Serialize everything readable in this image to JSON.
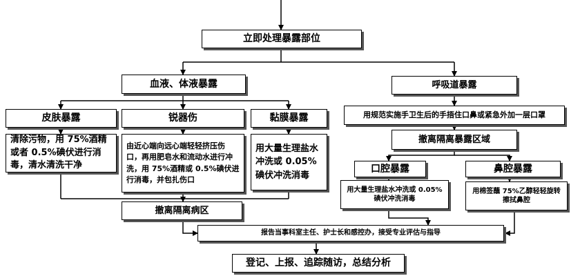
{
  "flow": {
    "top": "立即处理暴露部位",
    "blood": "血液、体液暴露",
    "resp": "呼吸道暴露",
    "skin": "皮肤暴露",
    "sharp": "锐器伤",
    "mucosa": "黏膜暴露",
    "skin_action": "清除污物，用 75%酒精或者 0.5%碘伏进行消毒，清水清洗干净",
    "sharp_action": "由近心端向远心端轻轻挤压伤口，再用肥皂水和流动水进行冲洗，用 75%酒精或 0.5%碘伏进行消毒，并包扎伤口",
    "mucosa_action": "用大量生理盐水冲洗或 0.05%碘伏冲洗消毒",
    "resp_action": "用规范实施手卫生后的手捂住口鼻或紧急外加一层口罩",
    "resp_evacuate": "撤离隔离暴露区域",
    "oral": "口腔暴露",
    "nasal": "鼻腔暴露",
    "oral_action": "用大量生理盐水冲洗或 0.05%碘伏冲洗消毒",
    "nasal_action": "用棉签蘸 75%乙醇轻轻旋转擦拭鼻腔",
    "evacuate_ward": "撤离隔离病区",
    "report": "报告当事科室主任、护士长和感控办，接受专业评估与指导",
    "final": "登记、上报、追踪随访，总结分析"
  }
}
